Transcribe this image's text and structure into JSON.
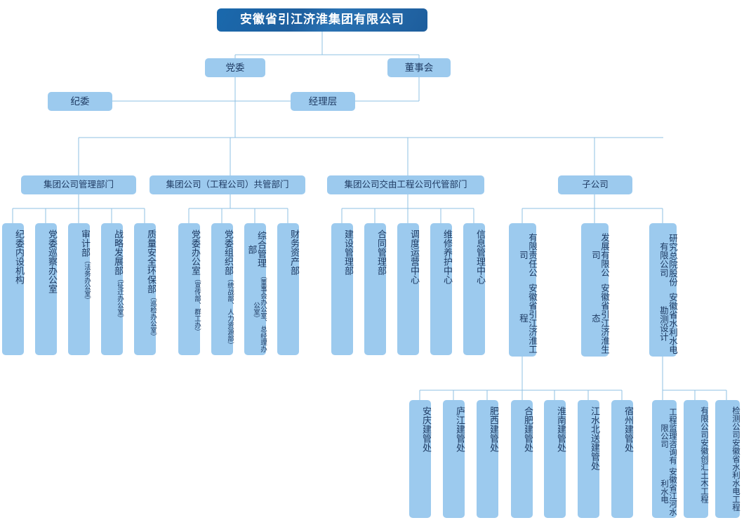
{
  "root": {
    "label": "安徽省引江济淮集团有限公司"
  },
  "level2": [
    {
      "name": "party-committee",
      "label": "党委"
    },
    {
      "name": "board-of-directors",
      "label": "董事会"
    }
  ],
  "level3": [
    {
      "name": "discipline-commission",
      "label": "纪委"
    },
    {
      "name": "management-layer",
      "label": "经理层"
    }
  ],
  "categories": [
    {
      "name": "group-management-departments",
      "label": "集团公司管理部门"
    },
    {
      "name": "group-engineering-co-managed-departments",
      "label": "集团公司（工程公司）共管部门"
    },
    {
      "name": "group-delegated-departments",
      "label": "集团公司交由工程公司代管部门"
    },
    {
      "name": "subsidiaries",
      "label": "子公司"
    }
  ],
  "group1": [
    {
      "name": "dept-discipline-internal",
      "main": "纪委内设机构",
      "sub": ""
    },
    {
      "name": "dept-party-inspection-office",
      "main": "党委巡察办公室",
      "sub": ""
    },
    {
      "name": "dept-audit",
      "main": "审计部",
      "sub": "（法务办公室）"
    },
    {
      "name": "dept-strategy-development",
      "main": "战略发展部",
      "sub": "（征迁办公室）"
    },
    {
      "name": "dept-quality-safety-environment",
      "main": "质量安全环保部",
      "sub": "（巡检办公室）"
    }
  ],
  "group2": [
    {
      "name": "dept-party-committee-office",
      "main": "党委办公室",
      "sub": "（宣传部、群工办）"
    },
    {
      "name": "dept-party-organization",
      "main": "党委组织部",
      "sub": "（统战部、人力资源部）"
    },
    {
      "name": "dept-general-management",
      "main": "综合管理部",
      "sub": "（董事会办公室、总经理办公室）"
    },
    {
      "name": "dept-finance-assets",
      "main": "财务资产部",
      "sub": ""
    }
  ],
  "group3": [
    {
      "name": "dept-construction-management",
      "main": "建设管理部",
      "sub": ""
    },
    {
      "name": "dept-contract-management",
      "main": "合同管理部",
      "sub": ""
    },
    {
      "name": "dept-dispatch-operation-center",
      "main": "调度运营中心",
      "sub": ""
    },
    {
      "name": "dept-maintenance-center",
      "main": "维修养护中心",
      "sub": ""
    },
    {
      "name": "dept-information-management-center",
      "main": "信息管理中心",
      "sub": ""
    }
  ],
  "subsidiaries": [
    {
      "name": "sub-yinjiangjihuai-engineering",
      "col1": "安徽省引江济淮工程",
      "col2": "有限责任公司"
    },
    {
      "name": "sub-yinjiangjihuai-ecology",
      "col1": "安徽省引江济淮生态",
      "col2": "发展有限公司"
    },
    {
      "name": "sub-water-resources-design-institute",
      "col1": "安徽省水利水电勘测设计",
      "col2": "研究总院股份有限公司"
    }
  ],
  "engineering_branches": [
    {
      "name": "branch-anqing",
      "label": "安庆建管处"
    },
    {
      "name": "branch-lujiang",
      "label": "庐江建管处"
    },
    {
      "name": "branch-feixi",
      "label": "肥西建管处"
    },
    {
      "name": "branch-hefei",
      "label": "合肥建管处"
    },
    {
      "name": "branch-huainan",
      "label": "淮南建管处"
    },
    {
      "name": "branch-jiangshuibeisong",
      "label": "江水北送建管处"
    },
    {
      "name": "branch-suzhou",
      "label": "宿州建管处"
    }
  ],
  "design_subsidiaries": [
    {
      "name": "sub-jianghe-supervision",
      "col1": "安徽省江河水利水电",
      "col2": "工程监理咨询有限公司"
    },
    {
      "name": "sub-chuanghui-civil",
      "col1": "安徽创汇土木工程",
      "col2": "有限公司"
    },
    {
      "name": "sub-water-testing",
      "col1": "安徽省水利水电工程",
      "col2": "检测公司"
    }
  ],
  "colors": {
    "node_fill": "#9ccaee",
    "root_fill": "#1e5f9e",
    "line": "#8fc0e3",
    "text": "#1f3b63",
    "root_text": "#ffffff"
  }
}
